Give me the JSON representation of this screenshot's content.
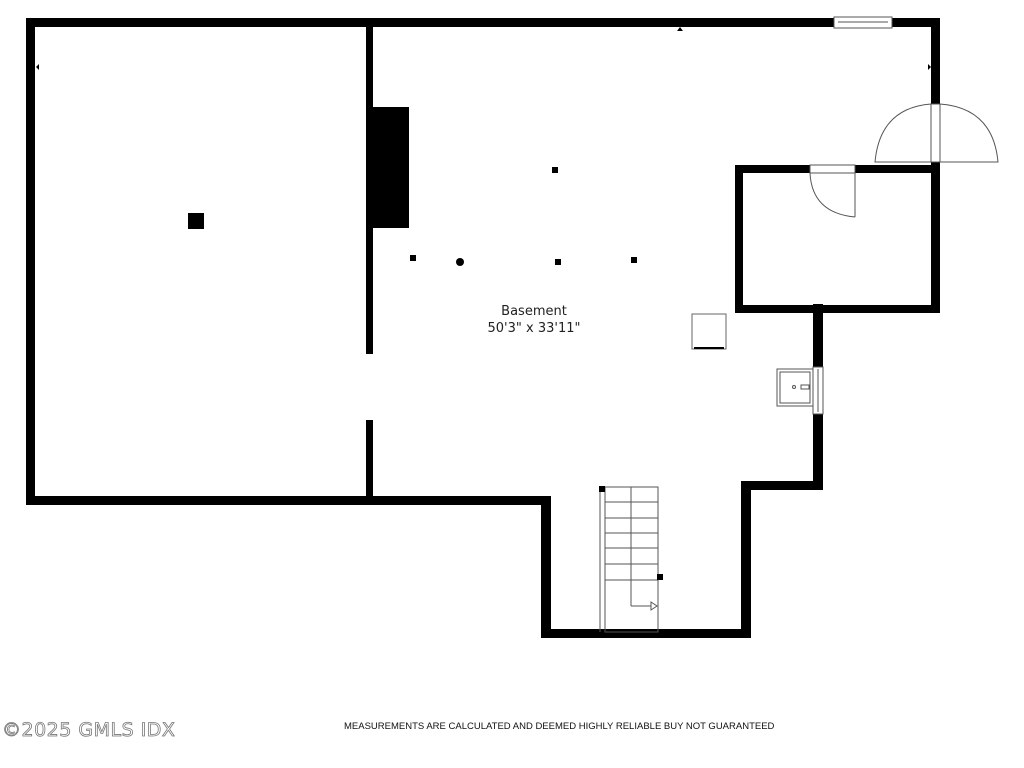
{
  "floorplan": {
    "rooms": [
      {
        "name": "Basement",
        "dimensions": "50'3\" x 33'11\""
      }
    ],
    "colors": {
      "wall": "#000000",
      "fixture_line": "#555555",
      "background": "#ffffff"
    },
    "symbols": [
      "window-top",
      "exterior-double-door",
      "closet-door",
      "sink-window",
      "staircase",
      "chimney",
      "support-posts",
      "water-heater"
    ]
  },
  "footer": {
    "copyright": "©2025 GMLS IDX",
    "disclaimer": "MEASUREMENTS ARE CALCULATED AND DEEMED HIGHLY RELIABLE BUY NOT GUARANTEED"
  }
}
